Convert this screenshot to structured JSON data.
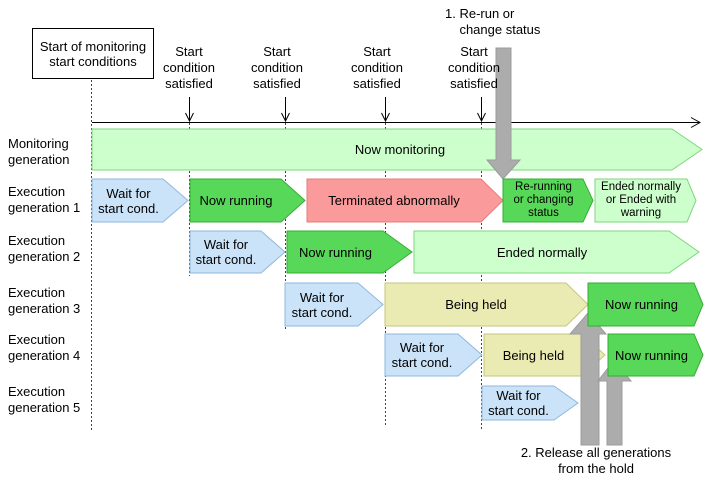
{
  "colors": {
    "lightgreen-fill": "#ccffcc",
    "lightgreen-border": "#7fd67f",
    "green-fill": "#58d858",
    "green-border": "#35ad35",
    "blue-fill": "#cbe3f8",
    "blue-border": "#8fb7dc",
    "red-fill": "#fa9a9a",
    "red-border": "#e57c7c",
    "yellow-fill": "#eaeab3",
    "yellow-border": "#c6c67c",
    "gray-fill": "#acacac",
    "gray-border": "#9b9b9b"
  },
  "start_box_label": "Start of monitoring\nstart conditions",
  "condition_labels": [
    "Start\ncondition\nsatisfied",
    "Start\ncondition\nsatisfied",
    "Start\ncondition\nsatisfied",
    "Start\ncondition\nsatisfied"
  ],
  "note_rerun": "1. Re-run or\n    change status",
  "note_release": "2. Release all generations\nfrom the hold",
  "rows": [
    {
      "label": "Monitoring\ngeneration",
      "segments": [
        {
          "label": "Now monitoring"
        }
      ]
    },
    {
      "label": "Execution\ngeneration 1",
      "segments": [
        {
          "label": "Wait for\nstart cond."
        },
        {
          "label": "Now running"
        },
        {
          "label": "Terminated abnormally"
        },
        {
          "label": "Re-running\nor changing\nstatus"
        },
        {
          "label": "Ended normally\nor Ended with\nwarning"
        }
      ]
    },
    {
      "label": "Execution\ngeneration 2",
      "segments": [
        {
          "label": "Wait for\nstart cond."
        },
        {
          "label": "Now running"
        },
        {
          "label": "Ended normally"
        }
      ]
    },
    {
      "label": "Execution\ngeneration 3",
      "segments": [
        {
          "label": "Wait for\nstart cond."
        },
        {
          "label": "Being held"
        },
        {
          "label": "Now running"
        }
      ]
    },
    {
      "label": "Execution\ngeneration 4",
      "segments": [
        {
          "label": "Wait for\nstart cond."
        },
        {
          "label": "Being held"
        },
        {
          "label": "Now running"
        }
      ]
    },
    {
      "label": "Execution\ngeneration 5",
      "segments": [
        {
          "label": "Wait for\nstart cond."
        }
      ]
    }
  ]
}
